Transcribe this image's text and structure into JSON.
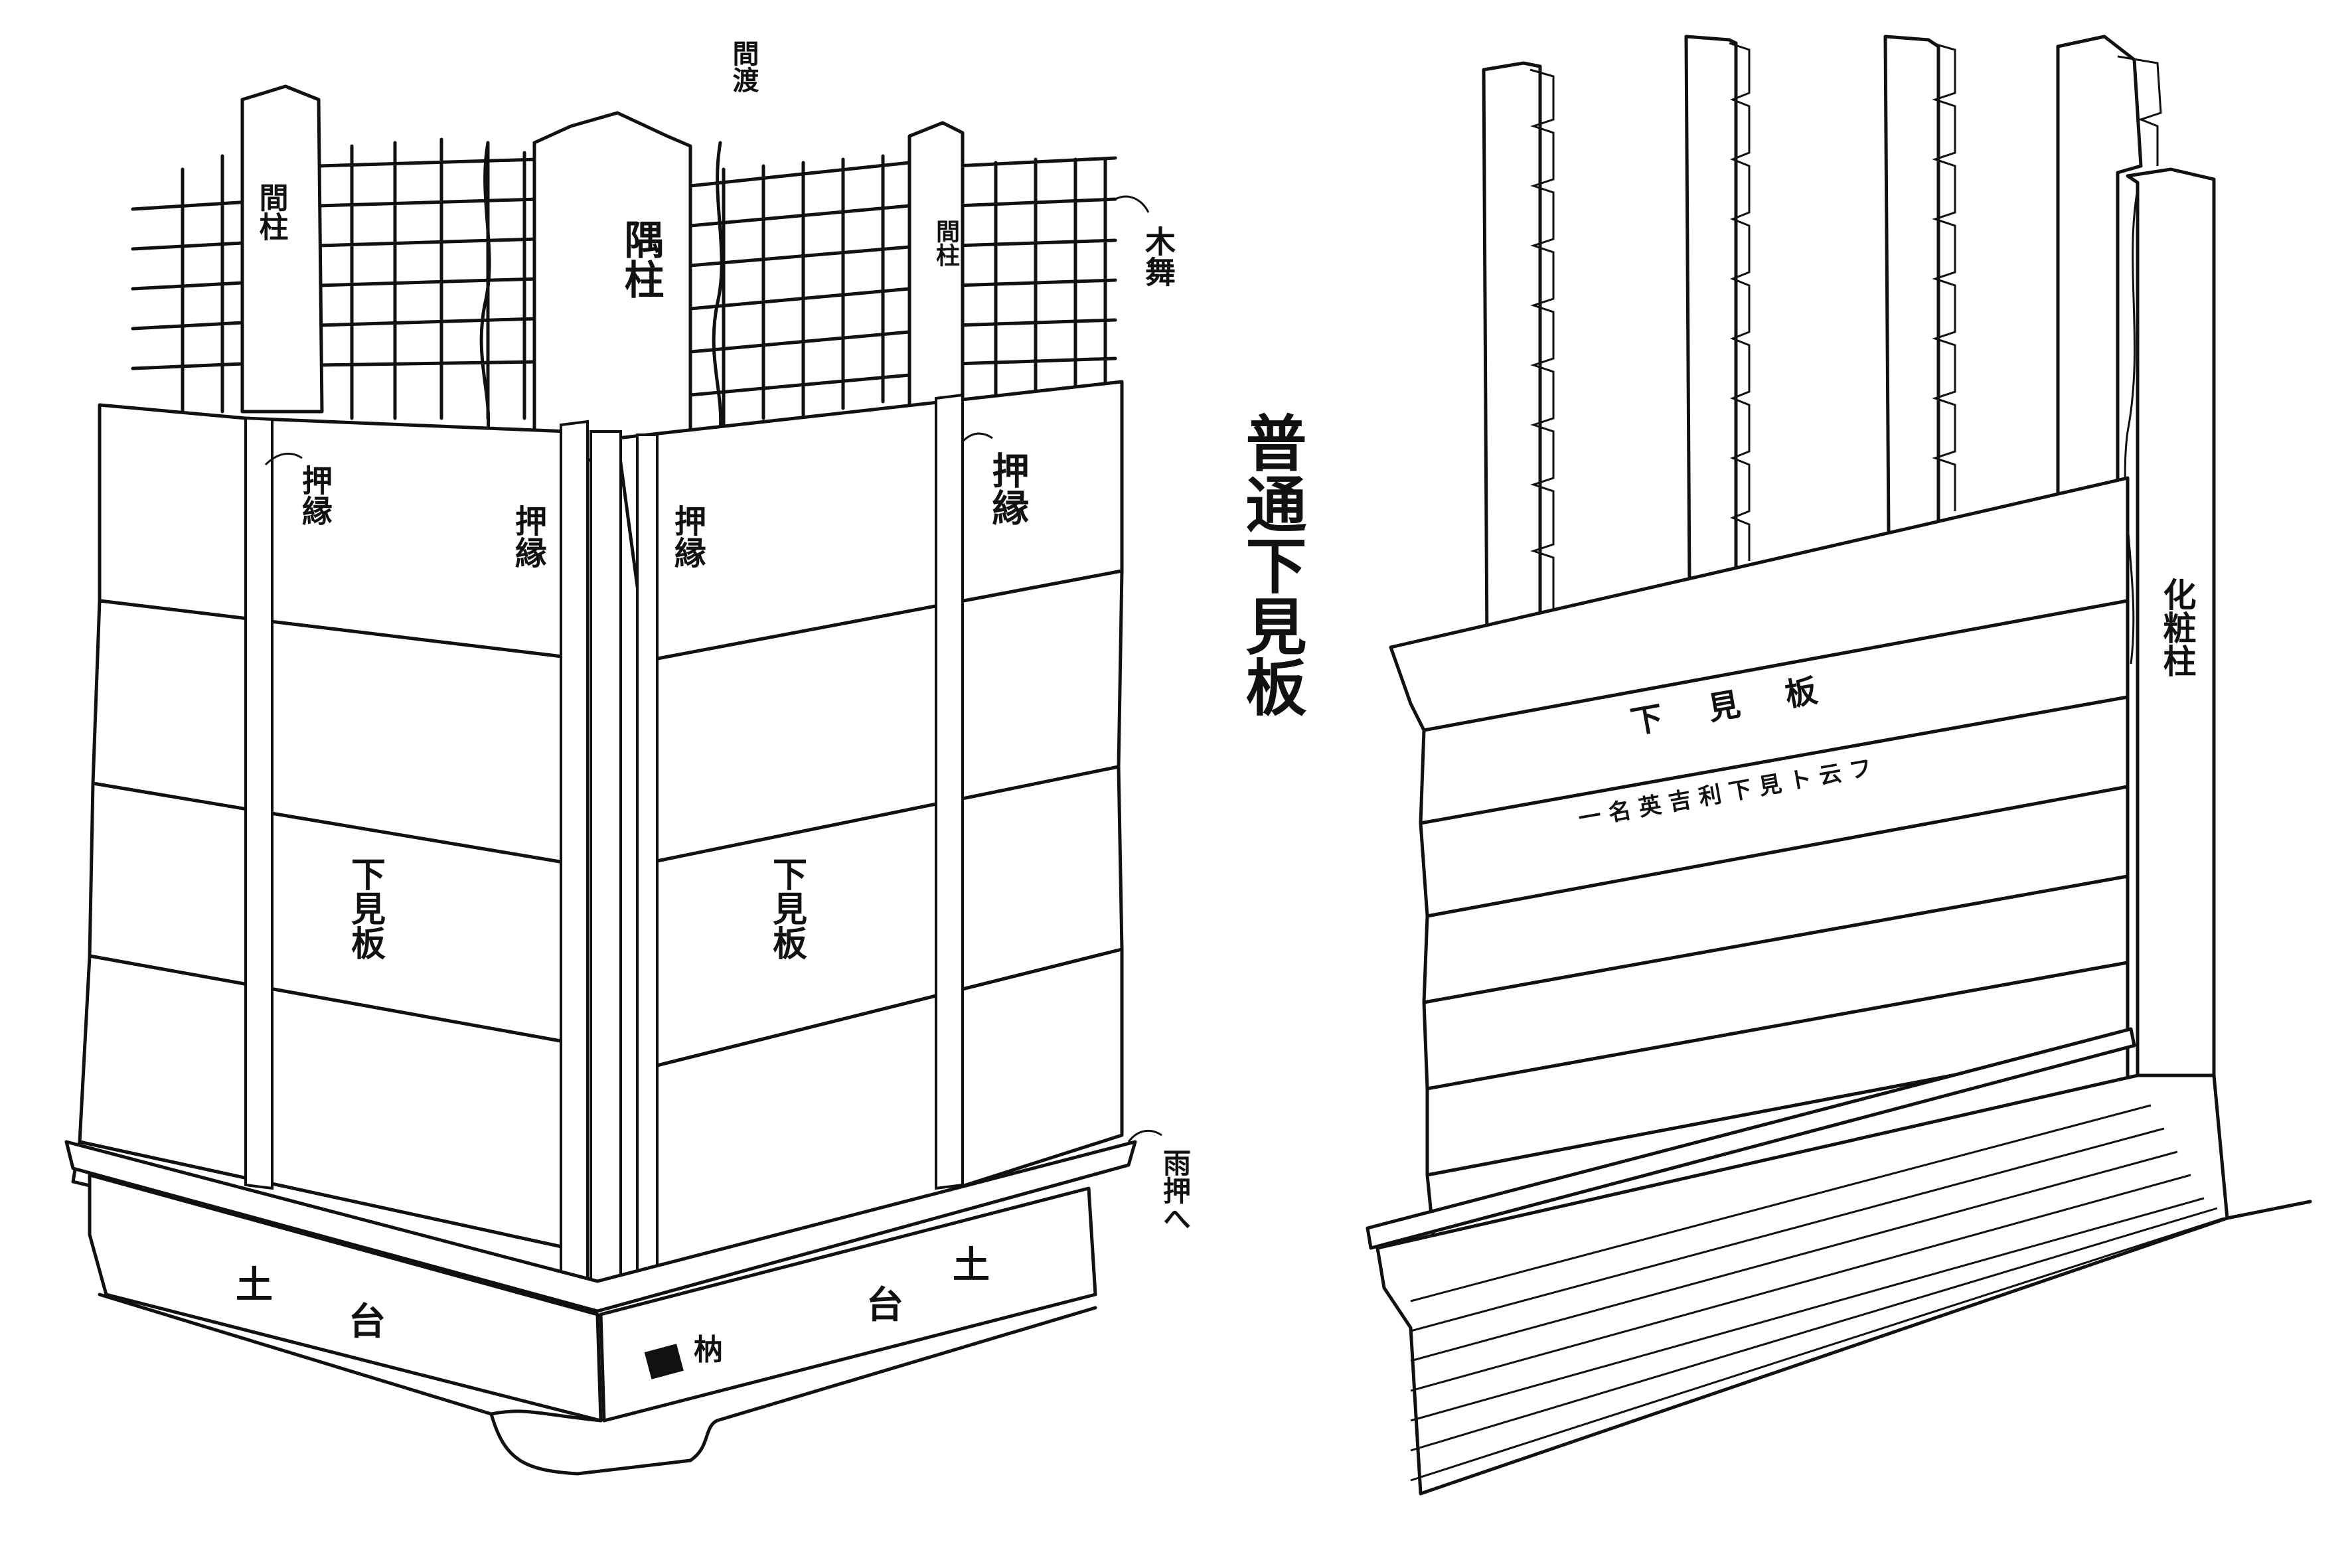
{
  "title": "普通下見板",
  "left_figure": {
    "labels": {
      "ma_bashira_left": "間柱",
      "ma_bashira_right": "間柱",
      "sumi_bashira": "隅柱",
      "mawatashi": "間渡",
      "komai": "木舞",
      "oshibuchi_1": "押縁",
      "oshibuchi_2": "押縁",
      "oshibuchi_3": "押縁",
      "oshibuchi_4": "押縁",
      "shitamiita_left": "下見板",
      "shitamiita_right": "下見板",
      "ama_osae": "雨押へ",
      "dodai_left_1": "土",
      "dodai_left_2": "台",
      "dodai_right_1": "土",
      "dodai_right_2": "台",
      "hozo": "枘"
    }
  },
  "right_figure": {
    "labels": {
      "board_title": "下見板",
      "board_note": "一名英吉利下見ト云フ",
      "keshou_bashira": "化粧柱"
    }
  }
}
